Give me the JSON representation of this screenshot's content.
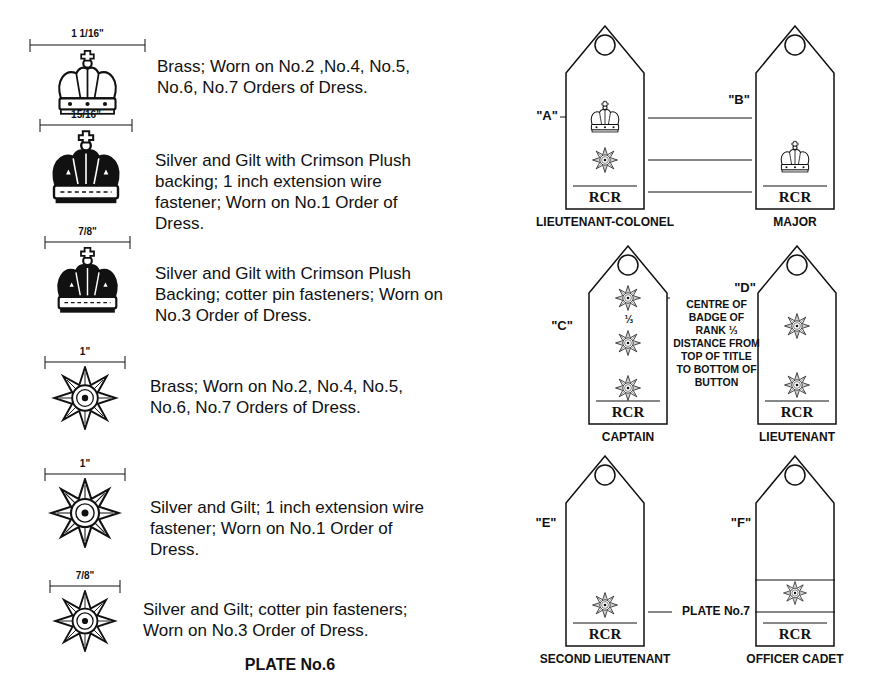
{
  "diagram": {
    "nodes": [
      {
        "text": [
          "RCR",
          "LIEUTENANT-COLONEL"
        ]
      },
      {
        "text": [
          "RCR",
          "MAJOR"
        ]
      },
      {
        "text": [
          "RCR",
          "CAPTAIN"
        ]
      },
      {
        "text": [
          "RCR",
          "LIEUTENANT"
        ]
      },
      {
        "text": [
          "RCR",
          "SECOND LIEUTENANT"
        ]
      },
      {
        "text": [
          "RCR",
          "OFFICER CADET"
        ]
      }
    ],
    "labels": [
      "1 1/16\"",
      "Brass; Worn on No.2 ,No.4, No.5, No.6, No.7 Orders of Dress.",
      "15/16\"",
      "Silver and Gilt with Crimson Plush backing; 1 inch extension wire fastener; Worn on No.1 Order of Dress.",
      "7/8\"",
      "Silver and Gilt with Crimson Plush Backing; cotter pin fasteners; Worn on No.3 Order of Dress.",
      "1\"",
      "Brass; Worn on No.2, No.4, No.5, No.6, No.7 Orders of Dress.",
      "1\"",
      "Silver and Gilt; 1 inch extension wire fastener; Worn on No.1 Order of Dress.",
      "7/8\"",
      "Silver and Gilt; cotter pin fasteners; Worn on No.3 Order of Dress.",
      "PLATE No.6",
      "\"A\"",
      "\"B\"",
      "\"C\"",
      "CENTRE OF BADGE OF RANK ⅓ DISTANCE FROM TOP OF TITLE TO BOTTOM OF BUTTON",
      "\"D\"",
      "⅓",
      "\"E\"",
      "\"F\"",
      "PLATE No.7"
    ]
  }
}
